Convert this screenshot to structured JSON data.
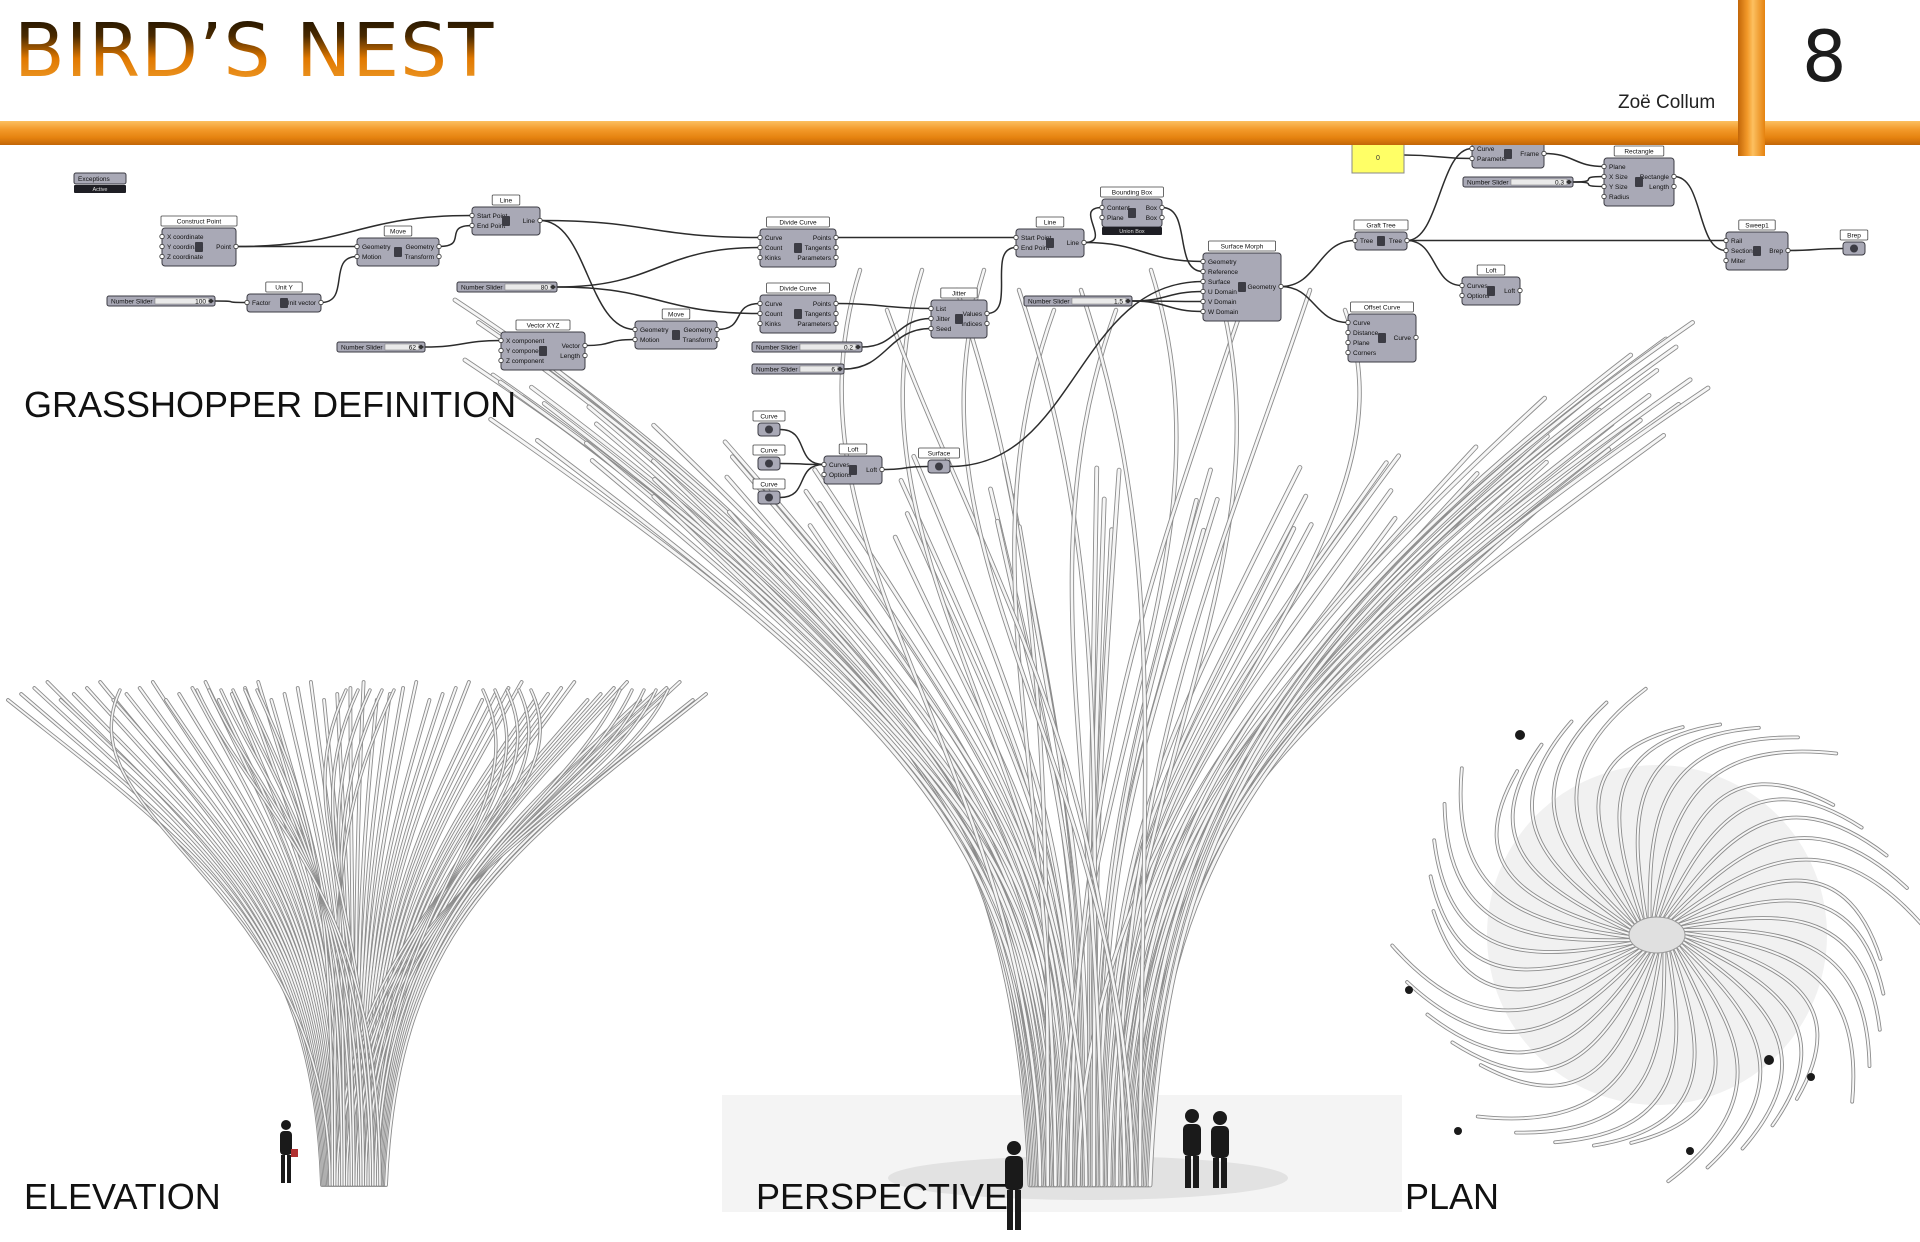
{
  "header": {
    "title": "BIRD’S NEST",
    "author": "Zoë Collum",
    "page_number": "8"
  },
  "labels": {
    "grasshopper": "GRASSHOPPER DEFINITION",
    "elevation": "ELEVATION",
    "perspective": "PERSPECTIVE",
    "plan": "PLAN"
  },
  "colors": {
    "accent": "#f39a2a",
    "node_fill": "#a9a9b6",
    "node_dark": "#3c3c44",
    "panel_yellow": "#ffff66"
  },
  "nodes": {
    "exceptions": {
      "title": "Exceptions",
      "status": "Active"
    },
    "construct_point": {
      "title": "Construct Point",
      "inputs": [
        "X coordinate",
        "Y coordinate",
        "Z coordinate"
      ],
      "output": "Point"
    },
    "slider_100": {
      "name": "Number Slider",
      "value": "100"
    },
    "unit_y": {
      "title": "Unit Y",
      "inputs": [
        "Factor"
      ],
      "output": "Unit vector"
    },
    "move_1": {
      "title": "Move",
      "inputs": [
        "Geometry",
        "Motion"
      ],
      "outputs": [
        "Geometry",
        "Transform"
      ]
    },
    "line_1": {
      "title": "Line",
      "inputs": [
        "Start Point",
        "End Point"
      ],
      "output": "Line"
    },
    "slider_80": {
      "name": "Number Slider",
      "value": "80"
    },
    "slider_62": {
      "name": "Number Slider",
      "value": "62"
    },
    "vector_xyz": {
      "title": "Vector XYZ",
      "inputs": [
        "X component",
        "Y component",
        "Z component"
      ],
      "outputs": [
        "Vector",
        "Length"
      ]
    },
    "move_2": {
      "title": "Move",
      "inputs": [
        "Geometry",
        "Motion"
      ],
      "outputs": [
        "Geometry",
        "Transform"
      ]
    },
    "divide_curve_1": {
      "title": "Divide Curve",
      "inputs": [
        "Curve",
        "Count",
        "Kinks"
      ],
      "outputs": [
        "Points",
        "Tangents",
        "Parameters"
      ]
    },
    "divide_curve_2": {
      "title": "Divide Curve",
      "inputs": [
        "Curve",
        "Count",
        "Kinks"
      ],
      "outputs": [
        "Points",
        "Tangents",
        "Parameters"
      ]
    },
    "slider_02": {
      "name": "Number Slider",
      "value": "0.2"
    },
    "slider_6": {
      "name": "Number Slider",
      "value": "6"
    },
    "jitter": {
      "title": "Jitter",
      "inputs": [
        "List",
        "Jitter",
        "Seed"
      ],
      "outputs": [
        "Values",
        "Indices"
      ]
    },
    "line_2": {
      "title": "Line",
      "inputs": [
        "Start Point",
        "End Point"
      ],
      "output": "Line"
    },
    "bounding_box": {
      "title": "Bounding Box",
      "inputs": [
        "Content",
        "Plane"
      ],
      "outputs": [
        "Box",
        "Box"
      ],
      "status": "Union Box"
    },
    "slider_15": {
      "name": "Number Slider",
      "value": "1.5"
    },
    "surface_morph": {
      "title": "Surface Morph",
      "inputs": [
        "Geometry",
        "Reference",
        "Surface",
        "U Domain",
        "V Domain",
        "W Domain"
      ],
      "output": "Geometry"
    },
    "curve_1": {
      "title": "Curve"
    },
    "curve_2": {
      "title": "Curve"
    },
    "curve_3": {
      "title": "Curve"
    },
    "loft_1": {
      "title": "Loft",
      "inputs": [
        "Curves",
        "Options"
      ],
      "output": "Loft"
    },
    "surface": {
      "title": "Surface"
    },
    "panel": {
      "value": "0"
    },
    "perp_frame": {
      "title": "Perp Frame",
      "inputs": [
        "Curve",
        "Parameter"
      ],
      "output": "Frame"
    },
    "slider_03": {
      "name": "Number Slider",
      "value": "0.3"
    },
    "rectangle": {
      "title": "Rectangle",
      "inputs": [
        "Plane",
        "X Size",
        "Y Size",
        "Radius"
      ],
      "outputs": [
        "Rectangle",
        "Length"
      ]
    },
    "graft_tree": {
      "title": "Graft Tree",
      "inputs": [
        "Tree"
      ],
      "output": "Tree"
    },
    "loft_2": {
      "title": "Loft",
      "inputs": [
        "Curves",
        "Options"
      ],
      "output": "Loft"
    },
    "offset_curve": {
      "title": "Offset Curve",
      "inputs": [
        "Curve",
        "Distance",
        "Plane",
        "Corners"
      ],
      "output": "Curve"
    },
    "sweep1": {
      "title": "Sweep1",
      "inputs": [
        "Rail",
        "Sections",
        "Miter"
      ],
      "output": "Brep"
    },
    "brep": {
      "title": "Brep"
    }
  }
}
